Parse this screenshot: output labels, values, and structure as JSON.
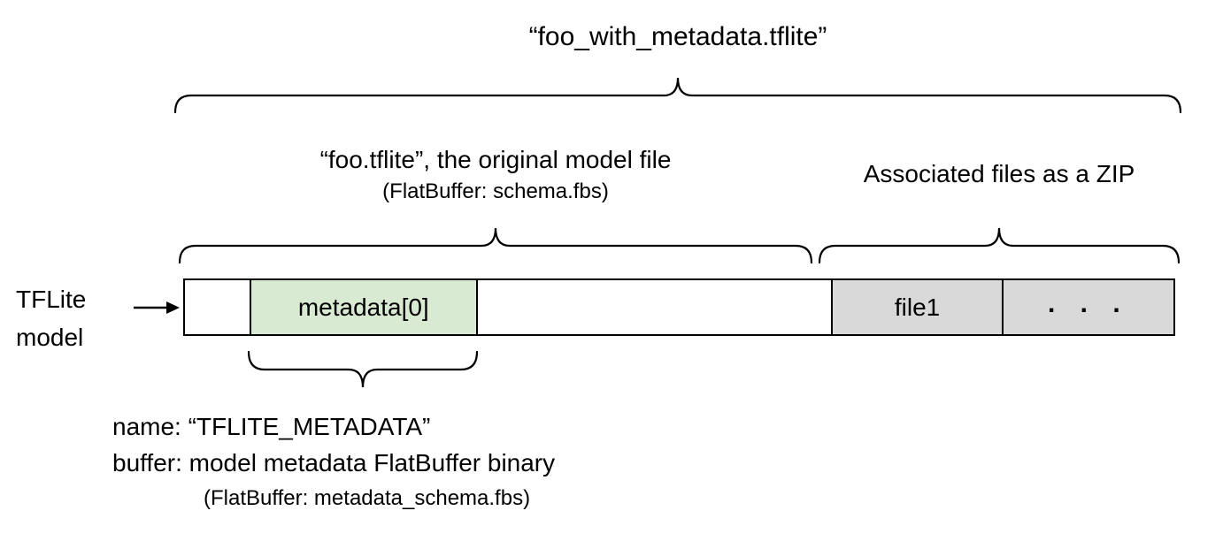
{
  "diagram": {
    "title": "“foo_with_metadata.tflite”",
    "original_model": {
      "label": "“foo.tflite”, the original model file",
      "sublabel": "(FlatBuffer: schema.fbs)"
    },
    "associated_files": {
      "label": "Associated files as a ZIP"
    },
    "pointer": {
      "line1": "TFLite",
      "line2": "model"
    },
    "bar": {
      "cells": [
        {
          "label": "",
          "type": "empty"
        },
        {
          "label": "metadata[0]",
          "type": "metadata"
        },
        {
          "label": "",
          "type": "empty"
        },
        {
          "label": "file1",
          "type": "file"
        },
        {
          "label": ". . .",
          "type": "file"
        }
      ]
    },
    "metadata_annotation": {
      "name_line": "name: “TFLITE_METADATA”",
      "buffer_line": "buffer: model metadata FlatBuffer binary",
      "schema_line": "(FlatBuffer: metadata_schema.fbs)"
    },
    "colors": {
      "metadata_cell_fill": "#d9ead3",
      "file_cell_fill": "#d9d9d9",
      "stroke": "#000000",
      "background": "#ffffff"
    }
  }
}
